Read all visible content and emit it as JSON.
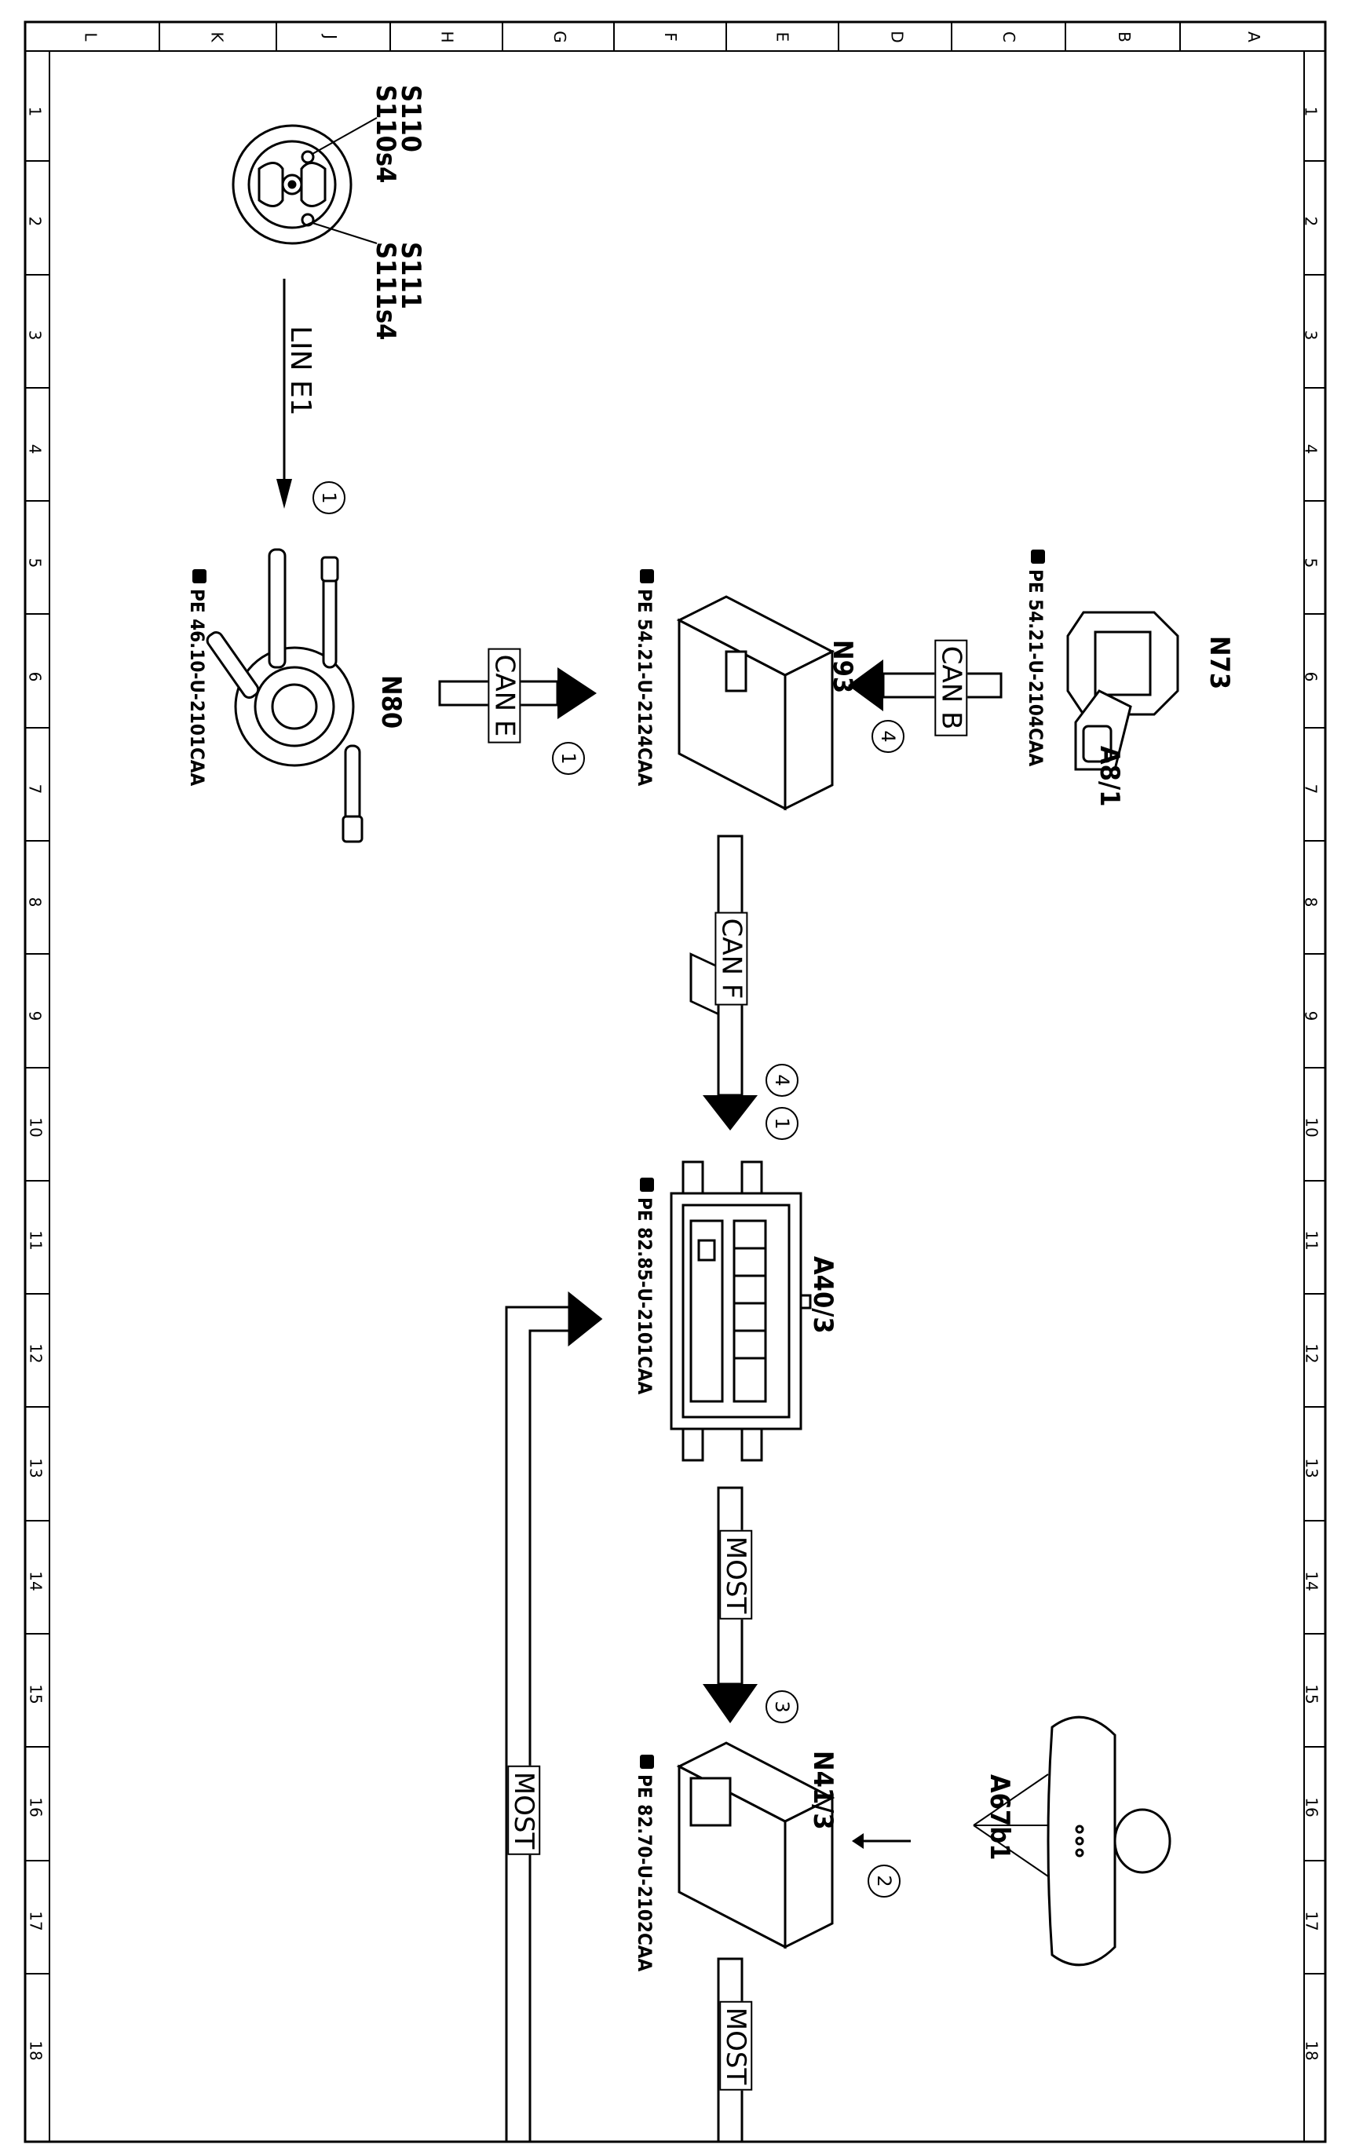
{
  "grid": {
    "columns": [
      "L",
      "K",
      "J",
      "H",
      "G",
      "F",
      "E",
      "D",
      "C",
      "B",
      "A"
    ],
    "rows": [
      "1",
      "2",
      "3",
      "4",
      "5",
      "6",
      "7",
      "8",
      "9",
      "10",
      "11",
      "12",
      "13",
      "14",
      "15",
      "16",
      "17",
      "18"
    ]
  },
  "components": {
    "s110": "S110",
    "s110s4": "S110s4",
    "s111": "S111",
    "s111s4": "S111s4",
    "n80": "N80",
    "n93": "N93",
    "n73": "N73",
    "a8_1": "A8/1",
    "a40_3": "A40/3",
    "n41_3": "N41/3",
    "a67b1": "A67b1"
  },
  "references": {
    "n80": "PE 46.10-U-2101CAA",
    "n93": "PE 54.21-U-2124CAA",
    "n73": "PE 54.21-U-2104CAA",
    "a40_3": "PE 82.85-U-2101CAA",
    "n41_3": "PE 82.70-U-2102CAA"
  },
  "buses": {
    "lin_e1": "LIN E1",
    "can_e": "CAN E",
    "can_b": "CAN B",
    "can_f": "CAN F",
    "most_a": "MOST",
    "most_b": "MOST",
    "most_c": "MOST"
  },
  "steps": {
    "lin": "1",
    "can_e": "1",
    "can_b": "4",
    "can_f_a": "4",
    "can_f_b": "1",
    "most": "3",
    "a67": "2"
  }
}
